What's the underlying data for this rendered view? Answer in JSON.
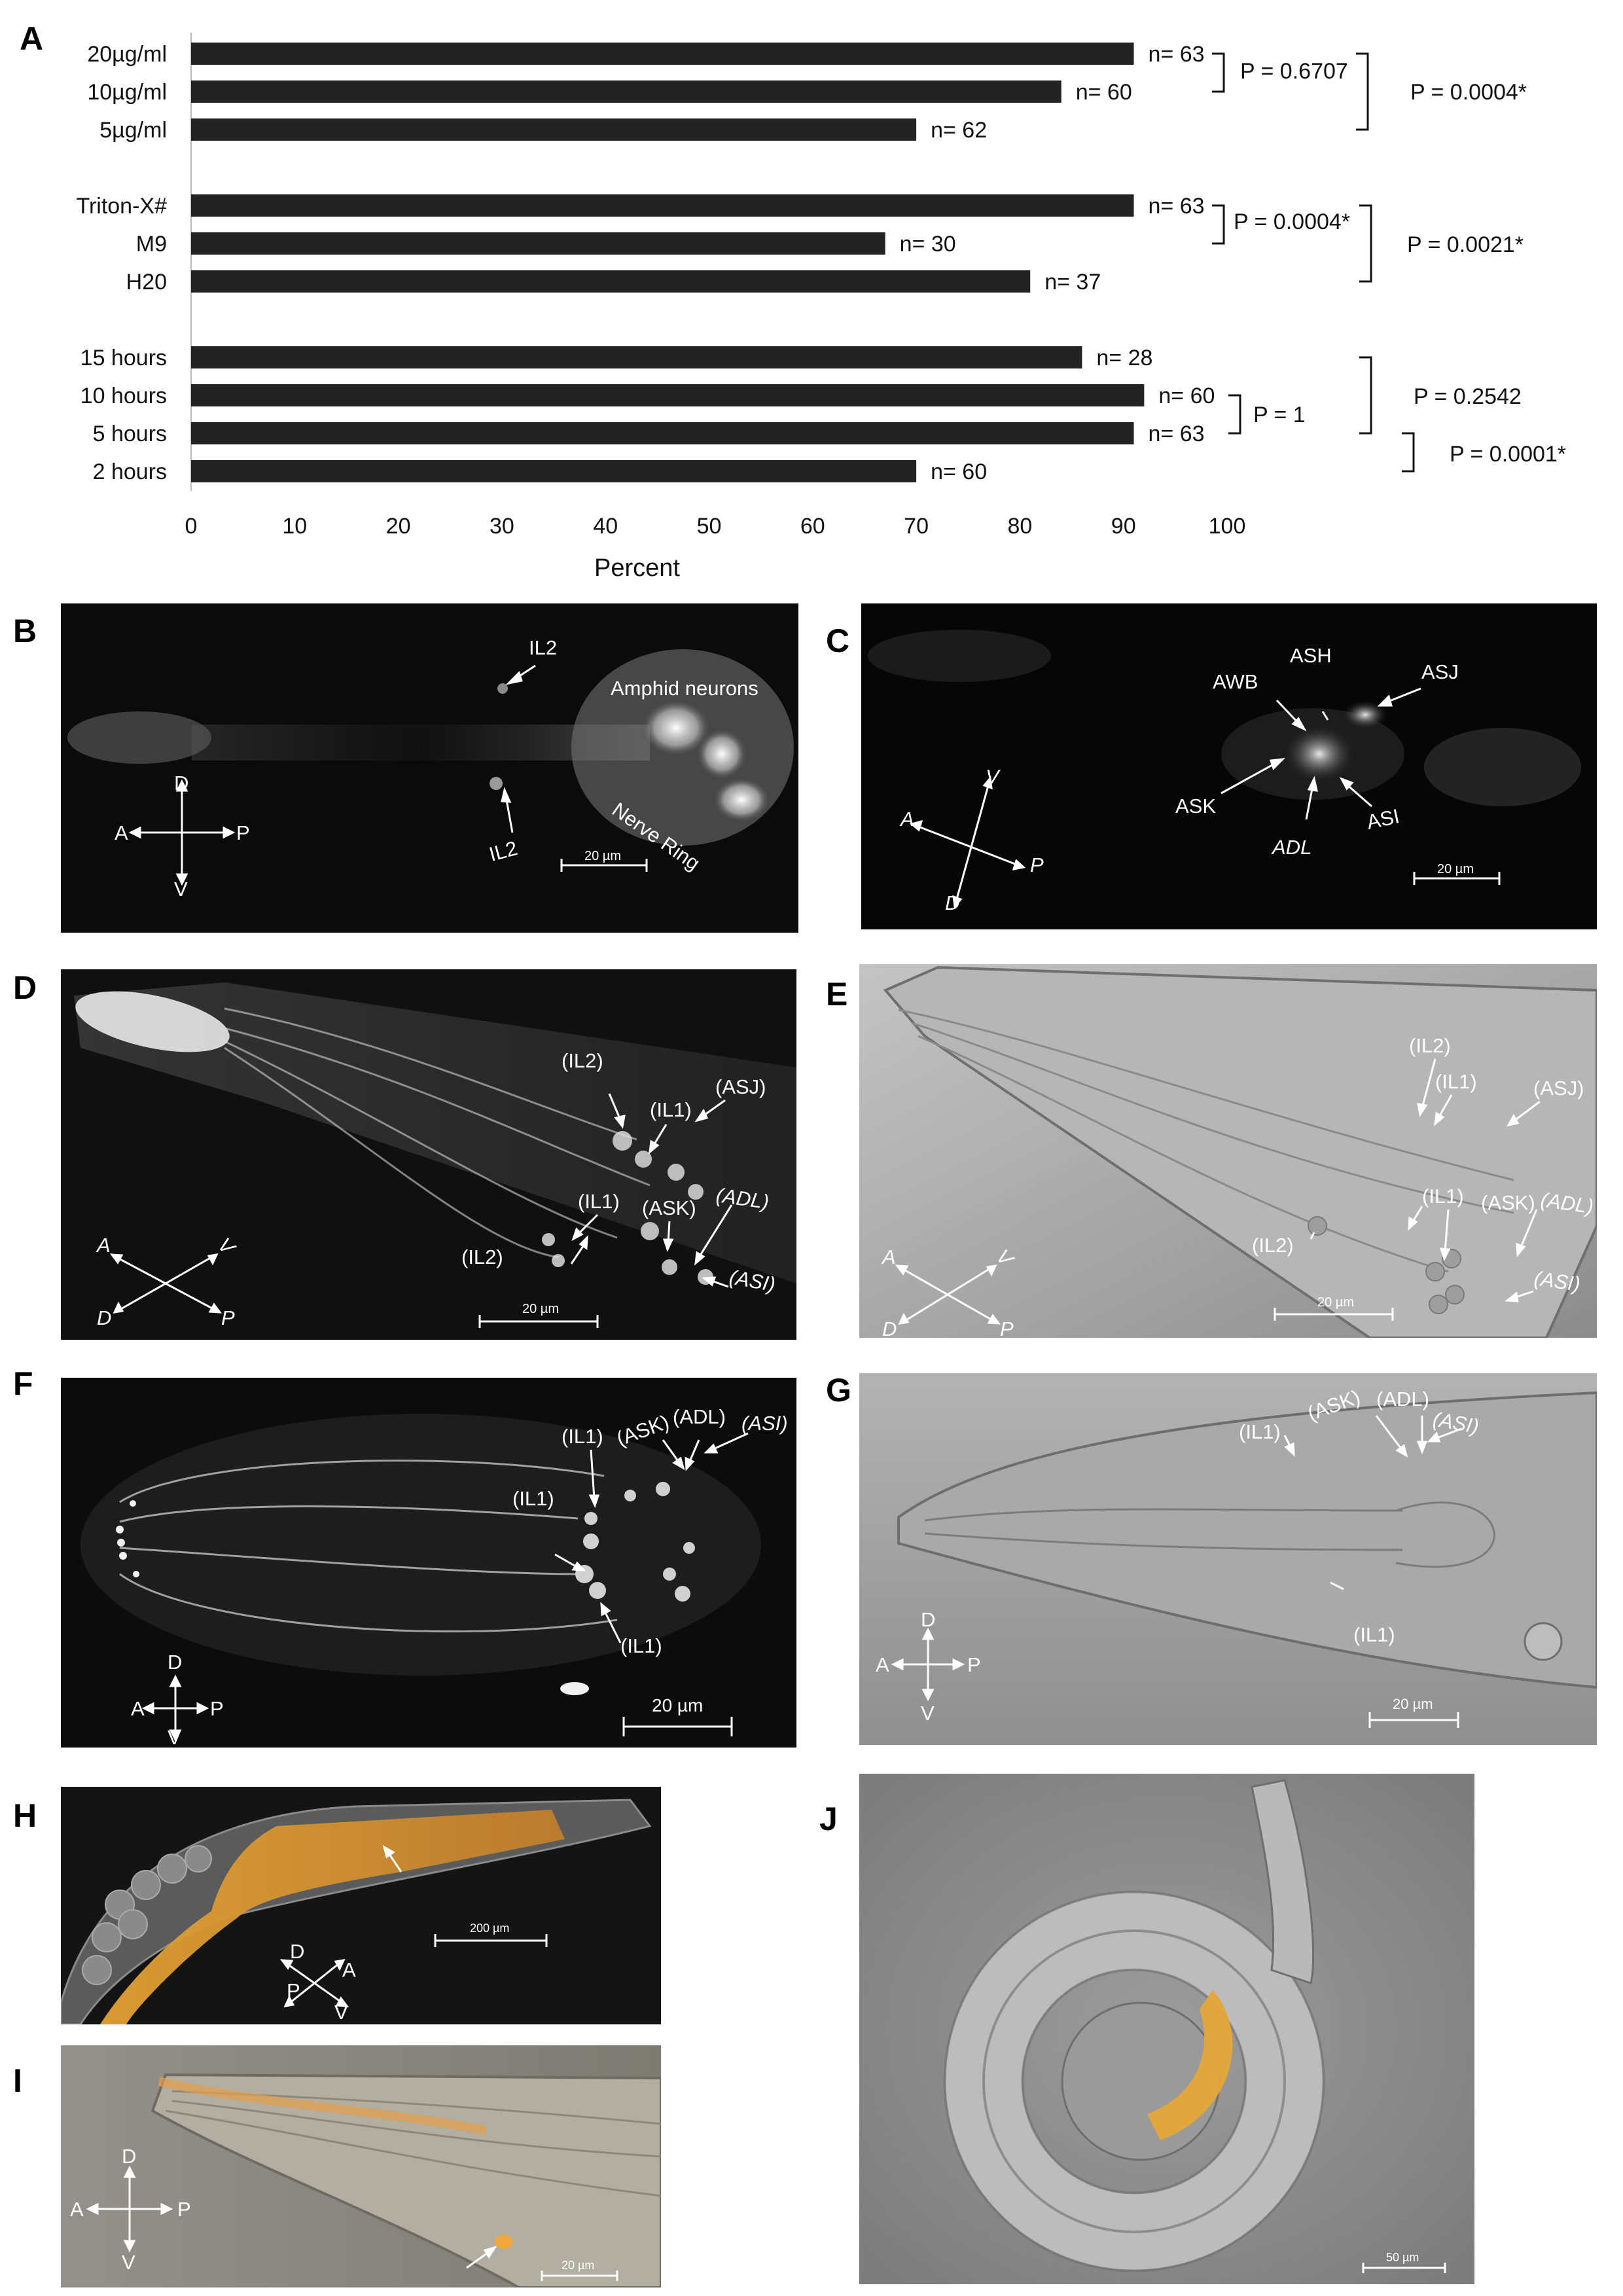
{
  "panels": {
    "A": "A",
    "B": "B",
    "C": "C",
    "D": "D",
    "E": "E",
    "F": "F",
    "G": "G",
    "H": "H",
    "I": "I",
    "J": "J"
  },
  "chart_data": {
    "type": "bar",
    "orientation": "horizontal",
    "xlabel": "Percent",
    "xlim": [
      0,
      100
    ],
    "xticks": [
      "0",
      "10",
      "20",
      "30",
      "40",
      "50",
      "60",
      "70",
      "80",
      "90",
      "100"
    ],
    "groups": [
      {
        "bars": [
          {
            "label": "20µg/ml",
            "value": 91,
            "n": "n= 63"
          },
          {
            "label": "10µg/ml",
            "value": 84,
            "n": "n= 60"
          },
          {
            "label": "5µg/ml",
            "value": 70,
            "n": "n= 62"
          }
        ]
      },
      {
        "bars": [
          {
            "label": "Triton-X#",
            "value": 91,
            "n": "n= 63"
          },
          {
            "label": "M9",
            "value": 67,
            "n": "n= 30"
          },
          {
            "label": "H20",
            "value": 81,
            "n": "n= 37"
          }
        ]
      },
      {
        "bars": [
          {
            "label": "15 hours",
            "value": 86,
            "n": "n= 28"
          },
          {
            "label": "10 hours",
            "value": 92,
            "n": "n= 60"
          },
          {
            "label": "5 hours",
            "value": 91,
            "n": "n= 63"
          },
          {
            "label": "2 hours",
            "value": 70,
            "n": "n= 60"
          }
        ]
      }
    ],
    "comparisons": [
      "P = 0.6707",
      "P = 0.0004*",
      "P = 0.0004*",
      "P = 0.0021*",
      "P = 1",
      "P = 0.2542",
      "P = 0.0001*"
    ]
  },
  "micrographs": {
    "B": {
      "labels": [
        "IL2",
        "Amphid neurons",
        "IL2",
        "Nerve Ring"
      ],
      "scale": "20 µm",
      "axes": {
        "up": "D",
        "down": "V",
        "left": "A",
        "right": "P"
      }
    },
    "C": {
      "labels": [
        "ASH",
        "AWB",
        "ASJ",
        "ASK",
        "ASI",
        "ADL"
      ],
      "scale": "20 µm",
      "axes": {
        "a": "A",
        "b": "V",
        "c": "P",
        "d": "D"
      }
    },
    "D": {
      "labels": [
        "(IL2)",
        "(IL1)",
        "(ASJ)",
        "(IL1)",
        "(ASK)",
        "(ADL)",
        "(IL2)",
        "(ASI)"
      ],
      "scale": "20 µm",
      "axes": {
        "a": "A",
        "b": "V",
        "c": "D",
        "d": "P"
      }
    },
    "E": {
      "labels": [
        "(IL2)",
        "(IL1)",
        "(ASJ)",
        "(IL1)",
        "(ASK)",
        "(ADL)",
        "(IL2)",
        "(ASI)"
      ],
      "scale": "20 µm",
      "axes": {
        "a": "A",
        "b": "V",
        "c": "D",
        "d": "P"
      }
    },
    "F": {
      "labels": [
        "(IL1)",
        "(ASK)",
        "(ADL)",
        "(ASI)",
        "(IL1)",
        "(IL1)"
      ],
      "scale": "20 µm",
      "axes": {
        "up": "D",
        "down": "V",
        "left": "A",
        "right": "P"
      }
    },
    "G": {
      "labels": [
        "(ASK)",
        "(ADL)",
        "(ASI)",
        "(IL1)",
        "(IL1)"
      ],
      "scale": "20 µm",
      "axes": {
        "up": "D",
        "down": "V",
        "left": "A",
        "right": "P"
      }
    },
    "H": {
      "scale": "200 µm",
      "axes": {
        "a": "D",
        "b": "A",
        "c": "P",
        "d": "V"
      }
    },
    "I": {
      "scale": "20 µm",
      "axes": {
        "up": "D",
        "down": "V",
        "left": "A",
        "right": "P"
      }
    },
    "J": {
      "scale": "50 µm"
    }
  }
}
